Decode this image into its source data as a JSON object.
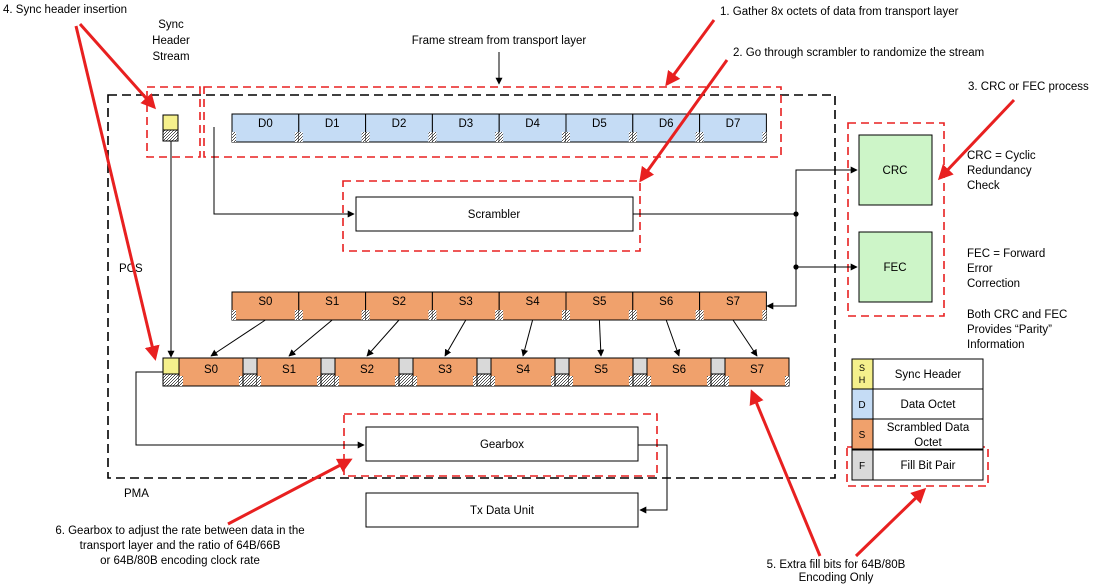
{
  "colors": {
    "data_octet": "#c5dcf5",
    "scrambled_octet": "#f0a16c",
    "sync_header": "#f5f08c",
    "fill_bit": "#d9d9d9",
    "process_box": "#cdf5c8",
    "highlight": "#e82020"
  },
  "annotations": {
    "sync_insertion": "4. Sync header insertion",
    "gather": "1. Gather 8x octets of data from transport layer",
    "scrambler_note": "2. Go through scrambler to randomize the stream",
    "crc_fec_note": "3. CRC or FEC process",
    "fill_bits_line1": "5. Extra fill bits for 64B/80B",
    "fill_bits_line2": "Encoding Only",
    "gearbox_line1": "6. Gearbox to adjust the rate between data in the",
    "gearbox_line2": "transport layer and the ratio of 64B/66B",
    "gearbox_line3": "or 64B/80B encoding clock rate"
  },
  "labels": {
    "sync_stream_line1": "Sync",
    "sync_stream_line2": "Header",
    "sync_stream_line3": "Stream",
    "frame_stream": "Frame stream from transport layer",
    "pcs": "PCS",
    "pma": "PMA"
  },
  "blocks": {
    "scrambler": "Scrambler",
    "crc": "CRC",
    "fec": "FEC",
    "gearbox": "Gearbox",
    "tx_data_unit": "Tx Data Unit"
  },
  "notes": {
    "crc_line1": "CRC = Cyclic",
    "crc_line2": "Redundancy",
    "crc_line3": "Check",
    "fec_line1": "FEC = Forward",
    "fec_line2": "Error",
    "fec_line3": "Correction",
    "parity_line1": "Both CRC and FEC",
    "parity_line2": "Provides “Parity”",
    "parity_line3": "Information"
  },
  "data_octets": [
    "D0",
    "D1",
    "D2",
    "D3",
    "D4",
    "D5",
    "D6",
    "D7"
  ],
  "scrambled_octets": [
    "S0",
    "S1",
    "S2",
    "S3",
    "S4",
    "S5",
    "S6",
    "S7"
  ],
  "legend": [
    {
      "key": "S\nH",
      "key_line1": "S",
      "key_line2": "H",
      "label": "Sync Header"
    },
    {
      "key": "D",
      "key_line1": "D",
      "key_line2": "",
      "label": "Data Octet"
    },
    {
      "key": "S",
      "key_line1": "S",
      "key_line2": "",
      "label": "Scrambled Data Octet",
      "label_line1": "Scrambled Data",
      "label_line2": "Octet"
    },
    {
      "key": "F",
      "key_line1": "F",
      "key_line2": "",
      "label": "Fill Bit Pair"
    }
  ]
}
